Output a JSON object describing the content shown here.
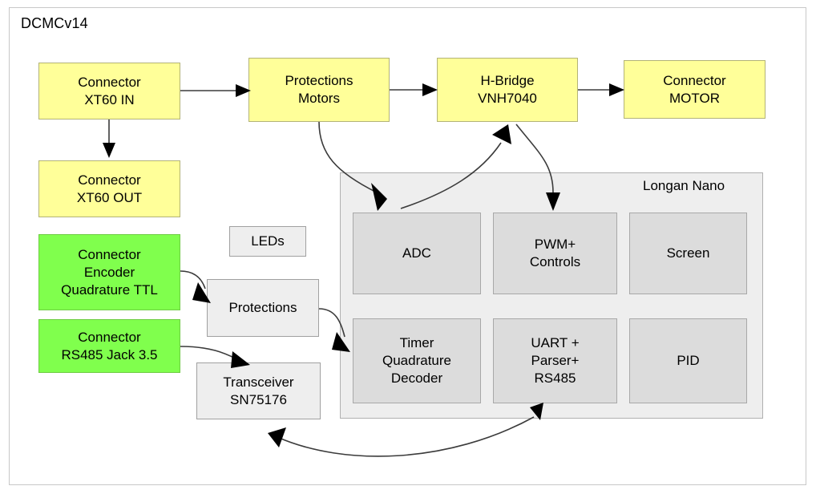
{
  "diagram": {
    "title": "DCMCv14",
    "type": "block-diagram",
    "colors": {
      "power_node": "#ffff99",
      "connector_signal_node": "#80ff4d",
      "logic_node": "#eeeeee",
      "mcu_block": "#dcdcdc",
      "mcu_group": "#eeeeee",
      "edge": "#3b3b3b",
      "frame": "#c8c8c8"
    },
    "nodes": [
      {
        "id": "xt60-in",
        "label": "Connector\nXT60 IN",
        "kind": "yellow"
      },
      {
        "id": "xt60-out",
        "label": "Connector\nXT60 OUT",
        "kind": "yellow"
      },
      {
        "id": "protections-motors",
        "label": "Protections\nMotors",
        "kind": "yellow"
      },
      {
        "id": "h-bridge",
        "label": "H-Bridge\nVNH7040",
        "kind": "yellow"
      },
      {
        "id": "connector-motor",
        "label": "Connector\nMOTOR",
        "kind": "yellow"
      },
      {
        "id": "encoder",
        "label": "Connector\nEncoder\nQuadrature TTL",
        "kind": "green"
      },
      {
        "id": "rs485-jack",
        "label": "Connector\nRS485 Jack 3.5",
        "kind": "green"
      },
      {
        "id": "leds",
        "label": "LEDs",
        "kind": "grey"
      },
      {
        "id": "protections",
        "label": "Protections",
        "kind": "grey"
      },
      {
        "id": "transceiver",
        "label": "Transceiver\nSN75176",
        "kind": "grey"
      }
    ],
    "mcu_group": {
      "label": "Longan Nano",
      "blocks": [
        {
          "id": "adc",
          "label": "ADC"
        },
        {
          "id": "pwm",
          "label": "PWM+\nControls"
        },
        {
          "id": "screen",
          "label": "Screen"
        },
        {
          "id": "timer",
          "label": "Timer\nQuadrature\nDecoder"
        },
        {
          "id": "uart",
          "label": "UART +\nParser+\nRS485"
        },
        {
          "id": "pid",
          "label": "PID"
        }
      ]
    },
    "edges": [
      {
        "from": "xt60-in",
        "to": "protections-motors",
        "style": "straight",
        "arrow": "single"
      },
      {
        "from": "xt60-in",
        "to": "xt60-out",
        "style": "straight",
        "arrow": "single"
      },
      {
        "from": "protections-motors",
        "to": "h-bridge",
        "style": "straight",
        "arrow": "single"
      },
      {
        "from": "h-bridge",
        "to": "connector-motor",
        "style": "straight",
        "arrow": "single"
      },
      {
        "from": "protections-motors",
        "to": "adc",
        "style": "curved",
        "arrow": "single"
      },
      {
        "from": "adc",
        "to": "h-bridge",
        "style": "curved",
        "arrow": "single"
      },
      {
        "from": "h-bridge",
        "to": "pwm",
        "style": "curved",
        "arrow": "single"
      },
      {
        "from": "encoder",
        "to": "protections",
        "style": "curved",
        "arrow": "single"
      },
      {
        "from": "protections",
        "to": "timer",
        "style": "curved",
        "arrow": "single"
      },
      {
        "from": "rs485-jack",
        "to": "transceiver",
        "style": "curved",
        "arrow": "single"
      },
      {
        "from": "transceiver",
        "to": "uart",
        "style": "curved",
        "arrow": "double"
      }
    ]
  }
}
